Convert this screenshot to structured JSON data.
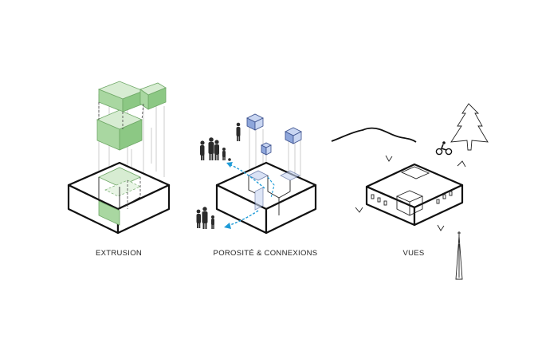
{
  "diagrams": [
    {
      "id": "extrusion",
      "caption": "EXTRUSION"
    },
    {
      "id": "porosite",
      "caption": "POROSITÉ & CONNEXIONS"
    },
    {
      "id": "vues",
      "caption": "VUES"
    }
  ],
  "colors": {
    "green_light": "#d7ecd2",
    "green_mid": "#a9d7a1",
    "green_dark": "#8cc884",
    "blue_light": "#c9d6f2",
    "blue_mid": "#8ea6db",
    "arrow_blue": "#1e9bd7",
    "line": "#111111"
  }
}
